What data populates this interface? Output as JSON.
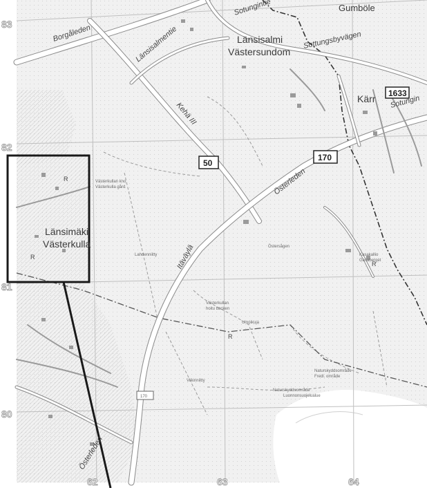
{
  "places": {
    "lansisalmi": "Länsisalmi",
    "vastersundom": "Västersundom",
    "karr": "Kärr",
    "gumbole": "Gumböle",
    "lansimaki": "Länsimäki",
    "vasterkulla": "Västerkulla"
  },
  "roads": {
    "borgaleden": "Borgåleden",
    "sotunginti": "Sotungintie",
    "lansisalmentie": "Länsisalmentie",
    "sottungsbyvagen": "Sottungsbyvägen",
    "sotungi_short": "Sotungin",
    "kehaiii": "Kehä III",
    "osterleden": "Österleden",
    "itavayla": "Itäväylä",
    "osterleden_sw": "Österleden"
  },
  "route_shields": {
    "r1633": "1633",
    "r50": "50",
    "r170": "170",
    "r170b": "170"
  },
  "grid_labels": {
    "left_83": "83",
    "left_82": "82",
    "left_81": "81",
    "left_80": "80",
    "bottom_62": "62",
    "bottom_63": "63",
    "bottom_64": "64"
  },
  "minor_labels": {
    "vasterkullan": "Västerkullan kno",
    "vasterkulla_gard": "Västerkulla gård",
    "ostersagen": "Östersågen",
    "lahdenniitty": "Lahdenniitty",
    "lahdenniitty_sv": "Viikinniitty",
    "kasakallio": "Kasakallio",
    "gasaberget": "Gasaberget",
    "vasterkullan_hoitu": "Västerkullan",
    "hoitu_sub": "hoitu backen",
    "umpikuja": "Umpikuja",
    "naturskydd1": "Naturskyddsområde",
    "naturskydd2": "Fredl. område",
    "naturskydd3": "Naturskyddsområde",
    "luonnonsuojelualue": "Luonnonsuojelualue"
  },
  "r_marks": [
    "R",
    "R",
    "R",
    "R"
  ]
}
